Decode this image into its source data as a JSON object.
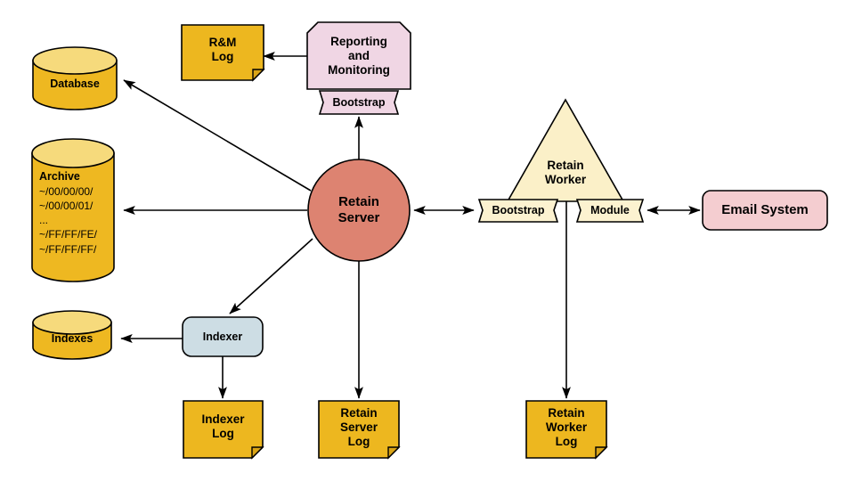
{
  "diagram": {
    "title": "Retain Architecture Diagram",
    "background_color": "#ffffff",
    "stroke_color": "#000000",
    "palette": {
      "cylinder_body": "#eeb821",
      "cylinder_top": "#f6da7c",
      "note_yellow": "#edb71f",
      "note_fold": "#d9a417",
      "server_circle": "#dd8371",
      "reporting_pink": "#f0d6e4",
      "email_pink": "#f4cdd0",
      "worker_cream": "#fbf0c8",
      "bootstrap_cream": "#fcf2d0",
      "indexer_blue": "#cddde4"
    }
  },
  "nodes": {
    "database": {
      "label": "Database",
      "shape": "cylinder"
    },
    "archive": {
      "title": "Archive",
      "shape": "cylinder",
      "lines": [
        "~/00/00/00/",
        "~/00/00/01/",
        "...",
        "~/FF/FF/FE/",
        "~/FF/FF/FF/"
      ]
    },
    "indexes": {
      "label": "Indexes",
      "shape": "cylinder"
    },
    "rm_log": {
      "label": "R&M\nLog",
      "shape": "note"
    },
    "reporting_monitoring": {
      "label": "Reporting\nand\nMonitoring",
      "shape": "octagon"
    },
    "rm_bootstrap": {
      "label": "Bootstrap",
      "shape": "flag"
    },
    "retain_server": {
      "label": "Retain\nServer",
      "shape": "circle"
    },
    "indexer": {
      "label": "Indexer",
      "shape": "rounded-rect"
    },
    "indexer_log": {
      "label": "Indexer\nLog",
      "shape": "note"
    },
    "retain_server_log": {
      "label": "Retain\nServer\nLog",
      "shape": "note"
    },
    "retain_worker": {
      "label": "Retain\nWorker",
      "shape": "triangle"
    },
    "worker_bootstrap": {
      "label": "Bootstrap",
      "shape": "flag"
    },
    "worker_module": {
      "label": "Module",
      "shape": "flag"
    },
    "email_system": {
      "label": "Email System",
      "shape": "rounded-rect"
    },
    "retain_worker_log": {
      "label": "Retain\nWorker\nLog",
      "shape": "note"
    }
  },
  "edges": [
    {
      "from": "retain_server",
      "to": "database",
      "arrow": "single"
    },
    {
      "from": "retain_server",
      "to": "archive",
      "arrow": "single"
    },
    {
      "from": "retain_server",
      "to": "indexer",
      "arrow": "single"
    },
    {
      "from": "retain_server",
      "to": "rm_bootstrap",
      "arrow": "single"
    },
    {
      "from": "retain_server",
      "to": "retain_server_log",
      "arrow": "single"
    },
    {
      "from": "retain_server",
      "to": "worker_bootstrap",
      "arrow": "double"
    },
    {
      "from": "reporting_monitoring",
      "to": "rm_log",
      "arrow": "single"
    },
    {
      "from": "indexer",
      "to": "indexes",
      "arrow": "single"
    },
    {
      "from": "indexer",
      "to": "indexer_log",
      "arrow": "single"
    },
    {
      "from": "email_system",
      "to": "worker_module",
      "arrow": "double"
    },
    {
      "from": "retain_worker",
      "to": "retain_worker_log",
      "arrow": "single"
    }
  ]
}
